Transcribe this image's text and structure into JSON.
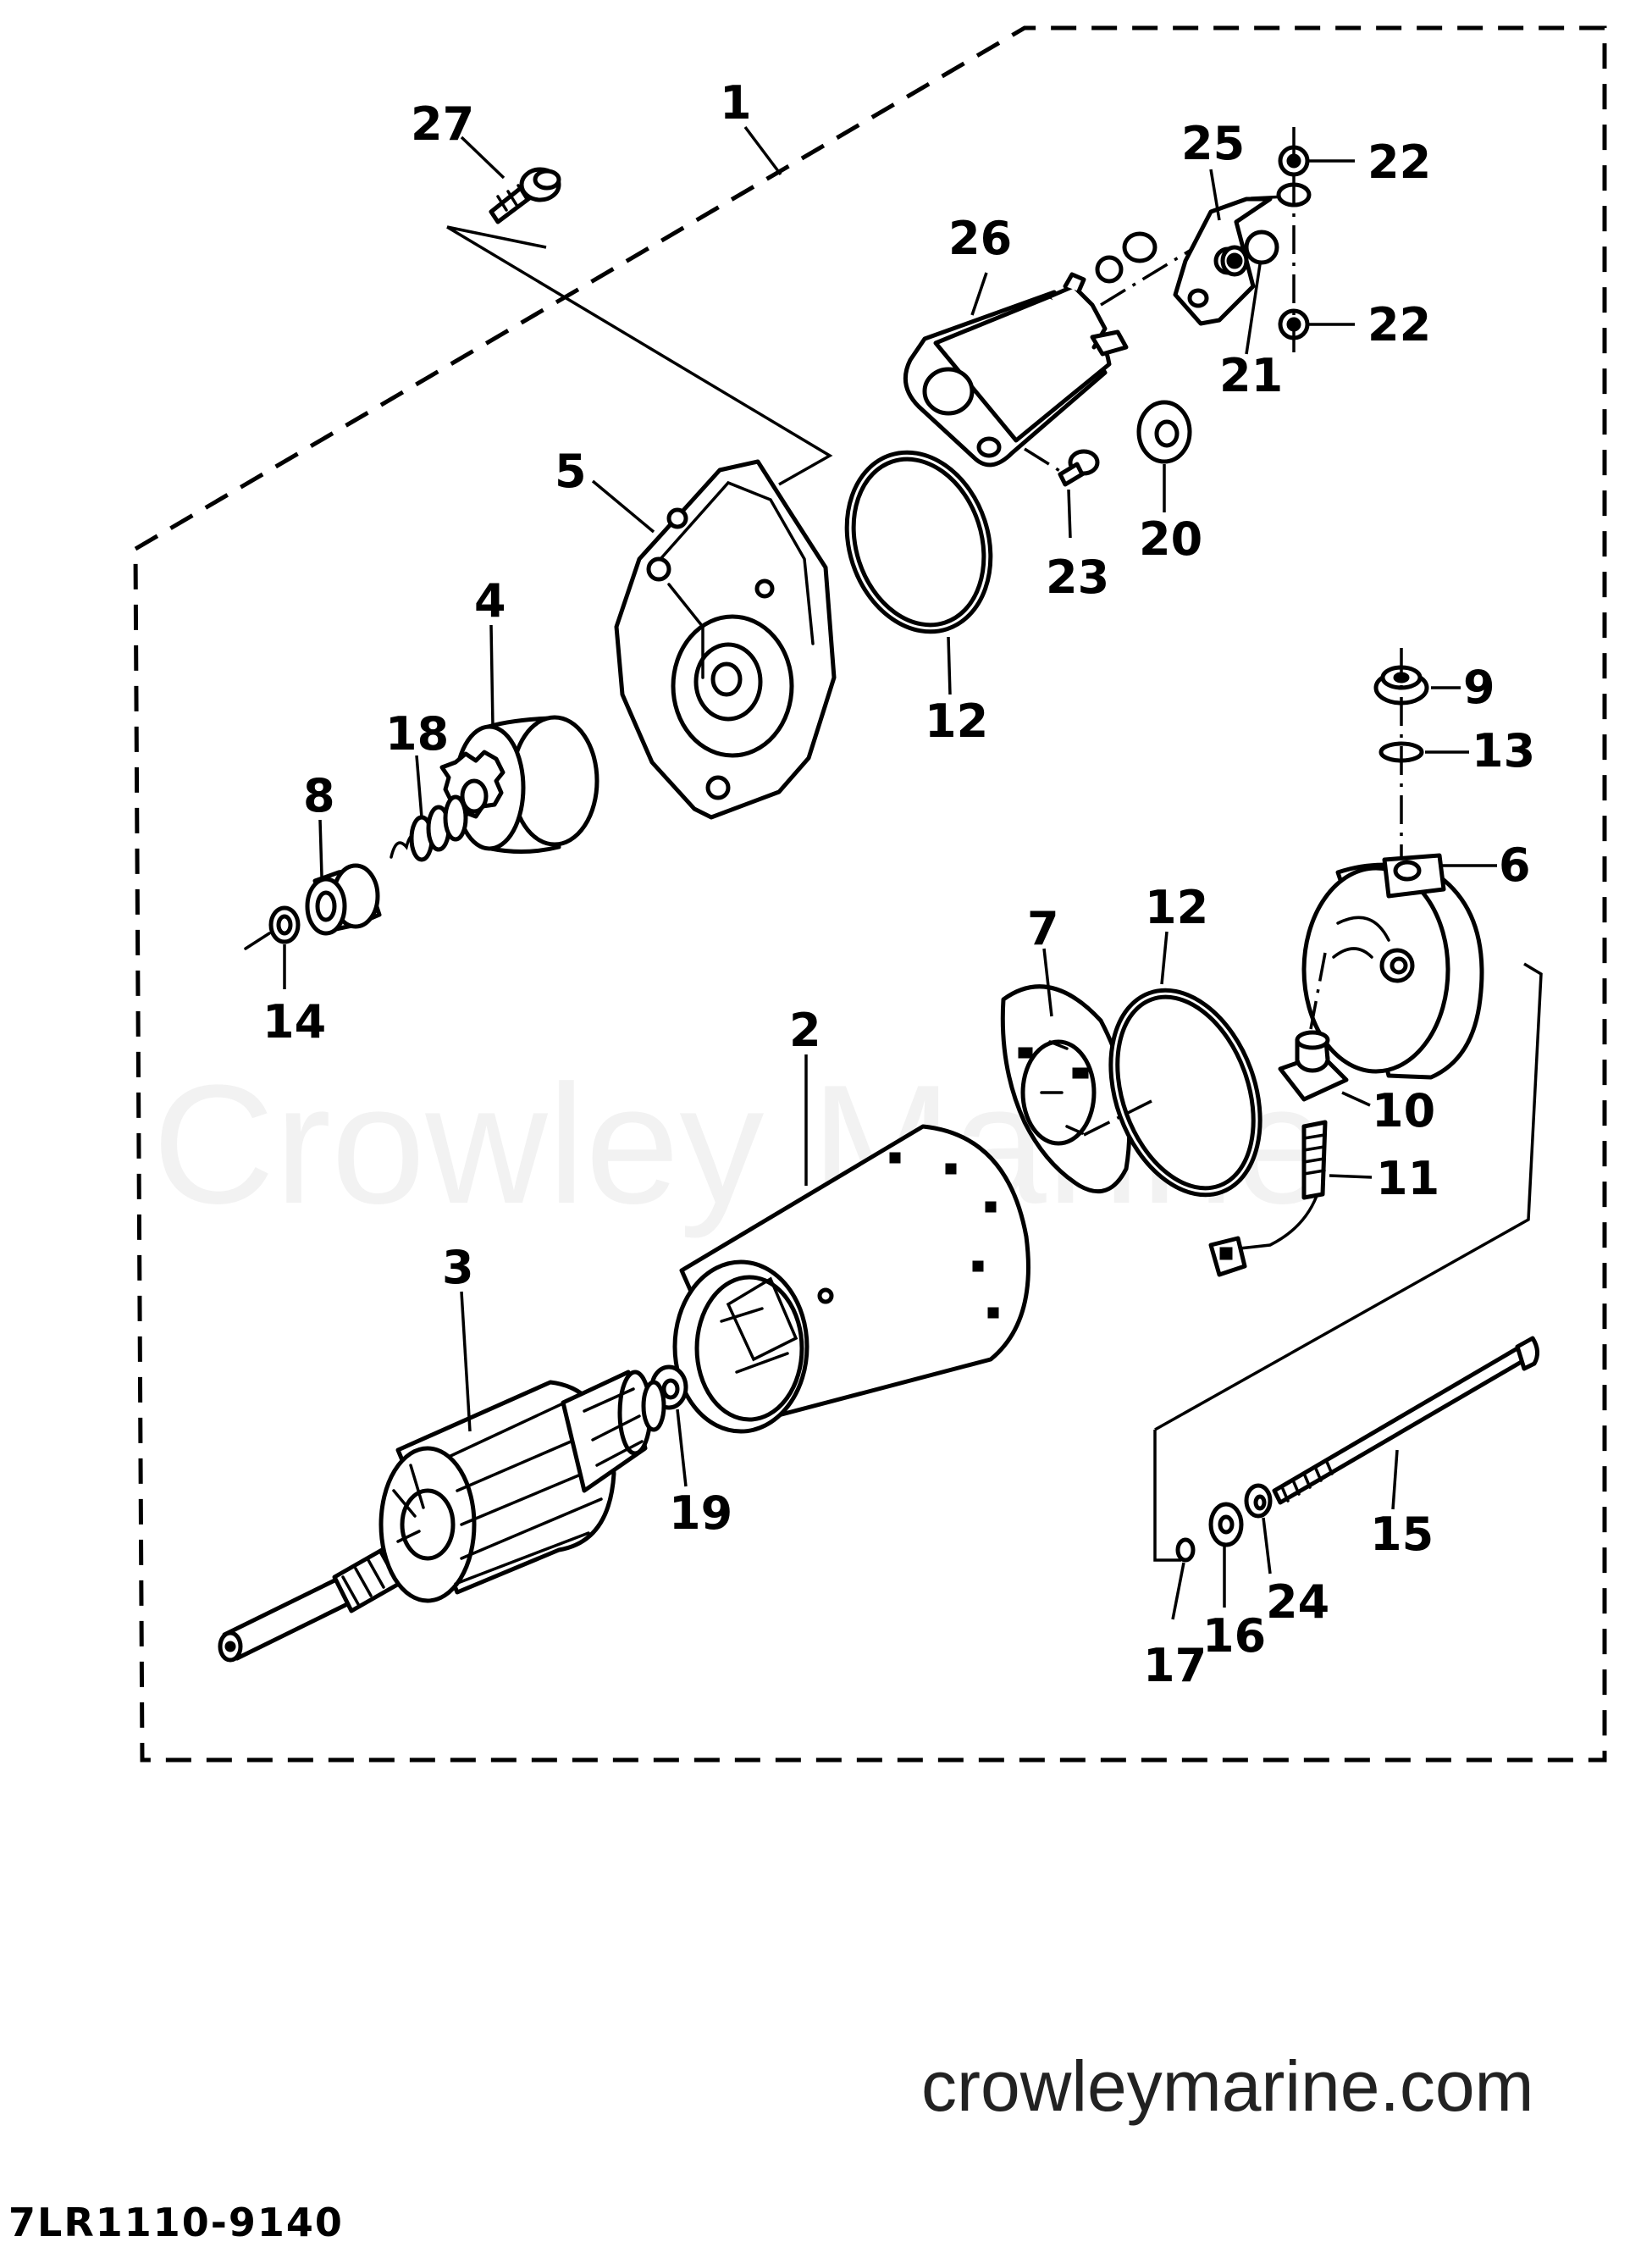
{
  "diagram": {
    "callouts": [
      {
        "id": "1",
        "text": "1"
      },
      {
        "id": "2",
        "text": "2"
      },
      {
        "id": "3",
        "text": "3"
      },
      {
        "id": "4",
        "text": "4"
      },
      {
        "id": "5",
        "text": "5"
      },
      {
        "id": "6",
        "text": "6"
      },
      {
        "id": "7",
        "text": "7"
      },
      {
        "id": "8",
        "text": "8"
      },
      {
        "id": "9",
        "text": "9"
      },
      {
        "id": "10",
        "text": "10"
      },
      {
        "id": "11",
        "text": "11"
      },
      {
        "id": "12a",
        "text": "12"
      },
      {
        "id": "12b",
        "text": "12"
      },
      {
        "id": "13",
        "text": "13"
      },
      {
        "id": "14",
        "text": "14"
      },
      {
        "id": "15",
        "text": "15"
      },
      {
        "id": "16",
        "text": "16"
      },
      {
        "id": "17",
        "text": "17"
      },
      {
        "id": "18",
        "text": "18"
      },
      {
        "id": "19",
        "text": "19"
      },
      {
        "id": "20",
        "text": "20"
      },
      {
        "id": "21",
        "text": "21"
      },
      {
        "id": "22a",
        "text": "22"
      },
      {
        "id": "22b",
        "text": "22"
      },
      {
        "id": "23",
        "text": "23"
      },
      {
        "id": "24",
        "text": "24"
      },
      {
        "id": "25",
        "text": "25"
      },
      {
        "id": "26",
        "text": "26"
      },
      {
        "id": "27",
        "text": "27"
      }
    ],
    "watermark": "Crowley Marine",
    "site_url": "crowleymarine.com",
    "reference_code": "7LR1110-9140"
  }
}
